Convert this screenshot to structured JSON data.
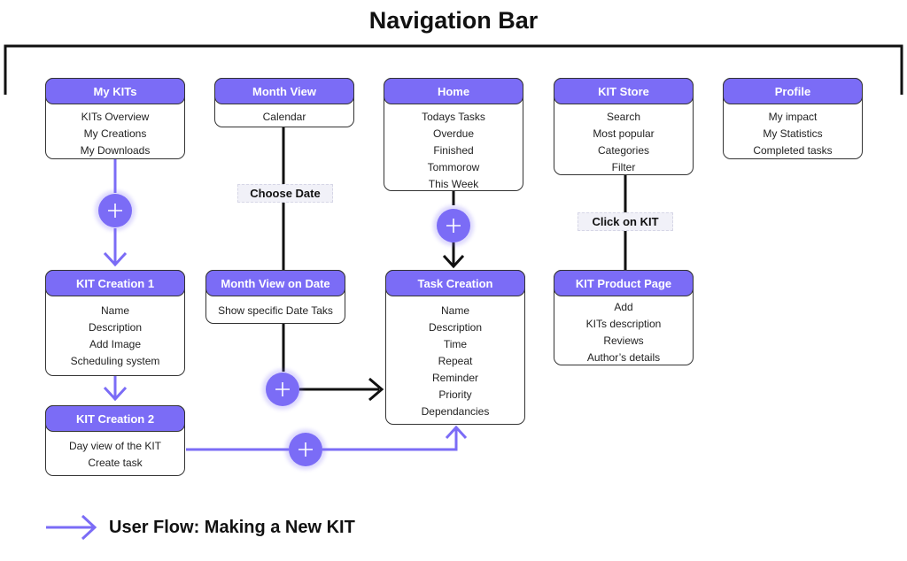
{
  "title": "Navigation Bar",
  "colors": {
    "accent": "#7b6cf6",
    "line": "#111111"
  },
  "cards": {
    "mykits": {
      "title": "My KITs",
      "items": [
        "KITs Overview",
        "My Creations",
        "My Downloads"
      ]
    },
    "month": {
      "title": "Month View",
      "items": [
        "Calendar"
      ]
    },
    "home": {
      "title": "Home",
      "items": [
        "Todays Tasks",
        "Overdue",
        "Finished",
        "Tommorow",
        "This Week"
      ]
    },
    "store": {
      "title": "KIT Store",
      "items": [
        "Search",
        "Most popular",
        "Categories",
        "Filter"
      ]
    },
    "profile": {
      "title": "Profile",
      "items": [
        "My impact",
        "My Statistics",
        "Completed tasks"
      ]
    },
    "kit1": {
      "title": "KIT Creation 1",
      "items": [
        "Name",
        "Description",
        "Add Image",
        "Scheduling system"
      ]
    },
    "monthdate": {
      "title": "Month View on Date",
      "items": [
        "Show specific Date Taks"
      ]
    },
    "task": {
      "title": "Task Creation",
      "items": [
        "Name",
        "Description",
        "Time",
        "Repeat",
        "Reminder",
        "Priority",
        "Dependancies"
      ]
    },
    "product": {
      "title": "KIT Product Page",
      "items": [
        "Add",
        "KITs description",
        "Reviews",
        "Author’s details"
      ]
    },
    "kit2": {
      "title": "KIT Creation 2",
      "items": [
        "Day view of the KIT",
        "Create task"
      ]
    }
  },
  "tags": {
    "choose_date": "Choose Date",
    "click_kit": "Click on KIT"
  },
  "legend": {
    "label": "User Flow: Making a New KIT"
  },
  "icons": {
    "plus": "plus-icon",
    "arrow": "arrow-right-icon"
  }
}
